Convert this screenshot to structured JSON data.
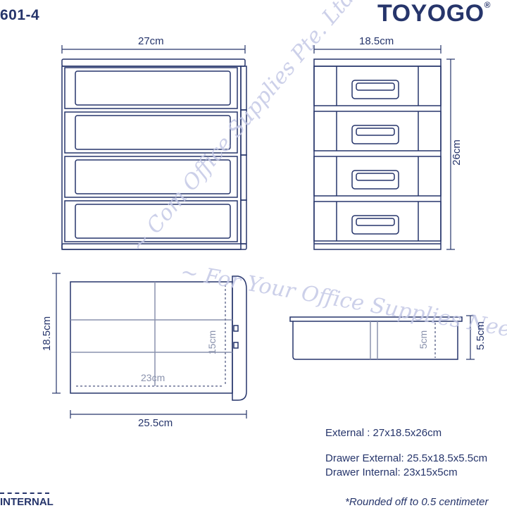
{
  "model": "601-4",
  "brand": {
    "name": "TOYOGO",
    "mark": "®"
  },
  "front_view": {
    "width_label": "27cm",
    "drawer_count": 4
  },
  "side_view": {
    "width_label": "18.5cm",
    "height_label": "26cm",
    "drawer_count": 4
  },
  "drawer_top_view": {
    "depth_label": "18.5cm",
    "length_label": "25.5cm",
    "internal_length_label": "23cm",
    "internal_depth_label": "15cm"
  },
  "drawer_side_view": {
    "height_label": "5.5cm",
    "internal_height_label": "5cm"
  },
  "specs": {
    "external": "External : 27x18.5x26cm",
    "drawer_external": "Drawer External: 25.5x18.5x5.5cm",
    "drawer_internal": "Drawer Internal: 23x15x5cm"
  },
  "legend": {
    "internal": "INTERNAL"
  },
  "footnote": "*Rounded off to 0.5 centimeter",
  "watermark": {
    "line1": "~ Com Office Supplies Pte. Ltd. ~",
    "line2": "~ For Your Office Supplies Needs ~"
  },
  "colors": {
    "line": "#26356b",
    "dashed": "#6b7496",
    "watermark": "#c4c8e6"
  }
}
